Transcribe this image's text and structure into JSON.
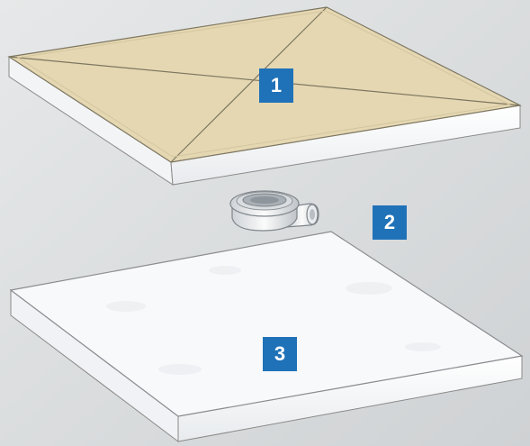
{
  "components": [
    {
      "number": "1",
      "part": "tile-top-board"
    },
    {
      "number": "2",
      "part": "drain-fitting"
    },
    {
      "number": "3",
      "part": "base-board"
    }
  ],
  "colors": {
    "background": "#dcdedf",
    "board_top": "#e4d7b2",
    "board_edge": "#f4f6f8",
    "badge": "#1f72b8",
    "badge_text": "#ffffff",
    "outline": "#6e6a60"
  }
}
